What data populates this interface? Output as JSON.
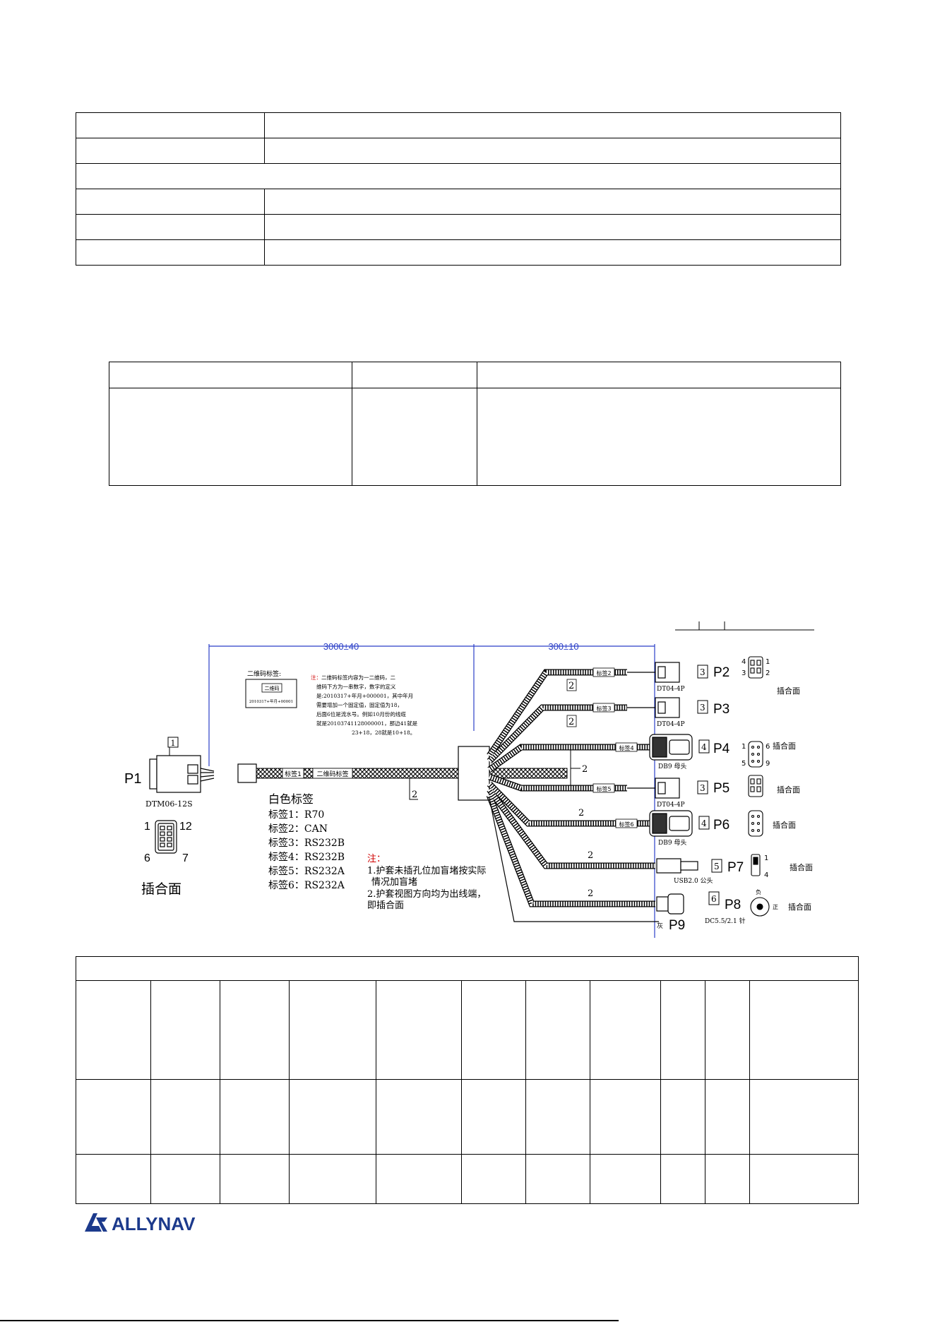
{
  "diagram": {
    "dims": {
      "main_length": "3000±40",
      "branch_length": "300±10"
    },
    "qr_label": {
      "title": "二维码标签:",
      "box_text": "二维码",
      "code_text": "2010317+年月+00001",
      "note_prefix": "注：",
      "note_lines": [
        "二维码标签内容为一二维码，二",
        "维码下方为一串数字，数字的定义",
        "是:2010317+年月+000001，其中年月",
        "需要增加一个固定值，固定值为18，",
        "后面6位是流水号。例如10月份的线缆",
        "就是20103741128000001，那边41就是",
        "23+18，28就是10+18。"
      ]
    },
    "p1": {
      "name": "P1",
      "model": "DTM06-12S",
      "callout": "1",
      "pin_tl": "1",
      "pin_tr": "12",
      "pin_bl": "6",
      "pin_br": "7",
      "mating_face": "插合面"
    },
    "trunk": {
      "tag1": "标签1",
      "qr_tag": "二维码标签",
      "callout": "2"
    },
    "white_labels": {
      "title": "白色标签",
      "items": [
        "标签1：R70",
        "标签2：CAN",
        "标签3：RS232B",
        "标签4：RS232B",
        "标签5：RS232A",
        "标签6：RS232A"
      ]
    },
    "notes": {
      "title": "注：",
      "lines": [
        "1.护套未插孔位加盲堵按实际",
        "情况加盲堵",
        "2.护套视图方向均为出线端，",
        "即插合面"
      ]
    },
    "branches": [
      {
        "name": "P2",
        "tag": "标签2",
        "model": "DT04-4P",
        "callout": "3",
        "wire_callout": "2",
        "face": "插合面"
      },
      {
        "name": "P3",
        "tag": "标签3",
        "model": "DT04-4P",
        "callout": "3",
        "wire_callout": "2"
      },
      {
        "name": "P4",
        "tag": "标签4",
        "model": "DB9 母头",
        "callout": "4",
        "wire_callout": "2",
        "face": "插合面"
      },
      {
        "name": "P5",
        "tag": "标签5",
        "model": "DT04-4P",
        "callout": "3",
        "face": "插合面"
      },
      {
        "name": "P6",
        "tag": "标签6",
        "model": "DB9 母头",
        "callout": "4",
        "wire_callout": "2",
        "face": "插合面"
      },
      {
        "name": "P7",
        "model": "USB2.0 公头",
        "callout": "5",
        "wire_callout": "2",
        "face": "插合面"
      },
      {
        "name": "P8",
        "model": "DC5.5/2.1 针",
        "callout": "6",
        "wire_callout": "2",
        "face": "插合面"
      },
      {
        "name": "P9",
        "tag": "灰"
      }
    ],
    "pin_nums": {
      "dt_tl": "4",
      "dt_tr": "1",
      "dt_bl": "3",
      "dt_br": "2",
      "db_tl": "1",
      "db_tr": "6",
      "db_bl": "5",
      "db_br": "9",
      "usb_top": "1",
      "usb_bot": "4",
      "dc_top": "负",
      "dc_right": "正"
    }
  },
  "logo": {
    "text": "ALLYNAV"
  },
  "colors": {
    "wire": "#000000",
    "dim_line": "#2b3fc8",
    "note_red": "#d00000"
  }
}
